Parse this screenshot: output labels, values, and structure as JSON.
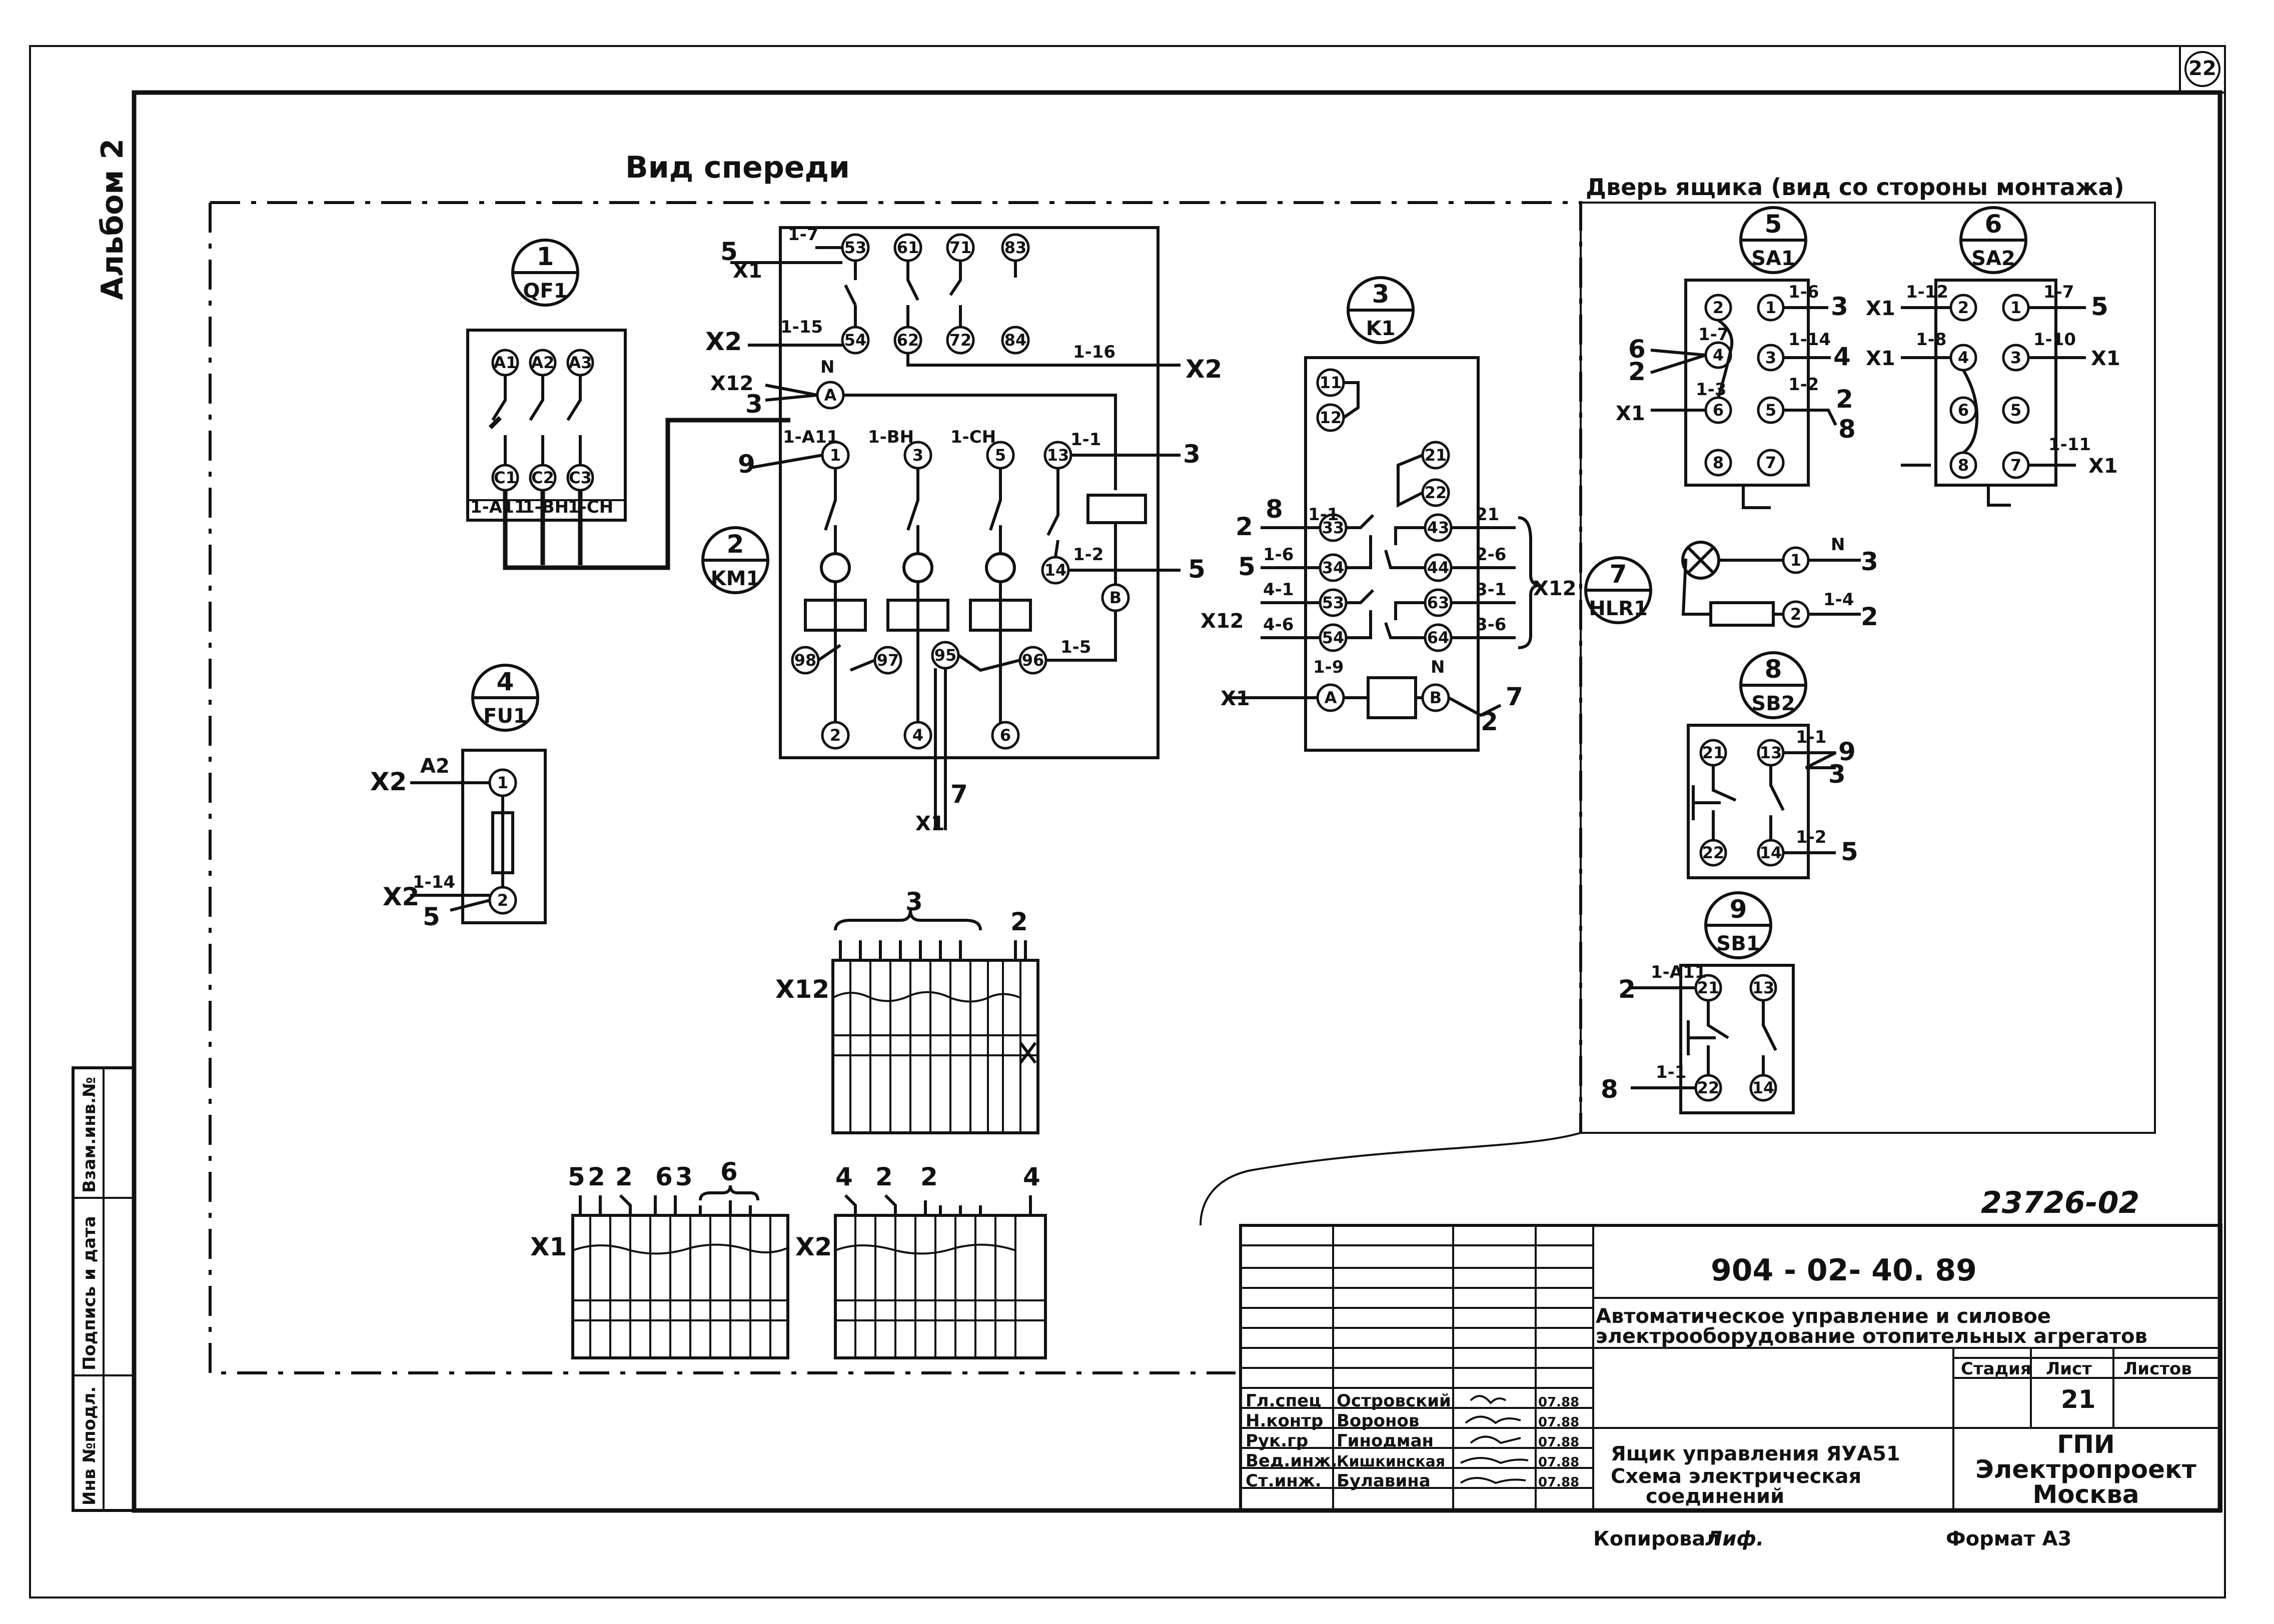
{
  "sheet_number": "22",
  "album_label": "Альбом 2",
  "view_front_label": "Вид спереди",
  "door_label": "Дверь ящика (вид со стороны монтажа)",
  "devices": [
    {
      "pos": "1",
      "name": "QF1"
    },
    {
      "pos": "2",
      "name": "KM1"
    },
    {
      "pos": "3",
      "name": "K1"
    },
    {
      "pos": "4",
      "name": "FU1"
    },
    {
      "pos": "5",
      "name": "SA1"
    },
    {
      "pos": "6",
      "name": "SA2"
    },
    {
      "pos": "7",
      "name": "HLR1"
    },
    {
      "pos": "8",
      "name": "SB2"
    },
    {
      "pos": "9",
      "name": "SB1"
    }
  ],
  "terminal_blocks": {
    "x12": "X12",
    "x1": "X1",
    "x2": "X2"
  },
  "stamp": {
    "archive_number": "23726-02",
    "doc_code": "904 - 02- 40. 89",
    "project_title_1": "Автоматическое управление и силовое",
    "project_title_2": "электрооборудование отопительных агрегатов",
    "stage_header": "Стадия",
    "sheet_header": "Лист",
    "sheets_header": "Листов",
    "sheet_value": "21",
    "sheet_title_1": "Ящик управления ЯУА51",
    "sheet_title_2": "Схема электрическая",
    "sheet_title_3": "соединений",
    "org_1": "ГПИ",
    "org_2": "Электропроект",
    "org_3": "Москва",
    "copied": "Копировал",
    "copied_sign": "Лиф.",
    "format": "Формат А3",
    "staff": [
      {
        "role": "Гл.спец",
        "name": "Островский",
        "date": "07.88"
      },
      {
        "role": "Н.контр",
        "name": "Воронов",
        "date": "07.88"
      },
      {
        "role": "Рук.гр",
        "name": "Гинодман",
        "date": "07.88"
      },
      {
        "role": "Вед.инж.",
        "name": "Кишкинская",
        "date": "07.88"
      },
      {
        "role": "Ст.инж.",
        "name": "Булавина",
        "date": "07.88"
      }
    ]
  },
  "side_stamp": {
    "inv": "Инв №подл.",
    "sign": "Подпись и дата",
    "vzam": "Взам.инв.№"
  }
}
